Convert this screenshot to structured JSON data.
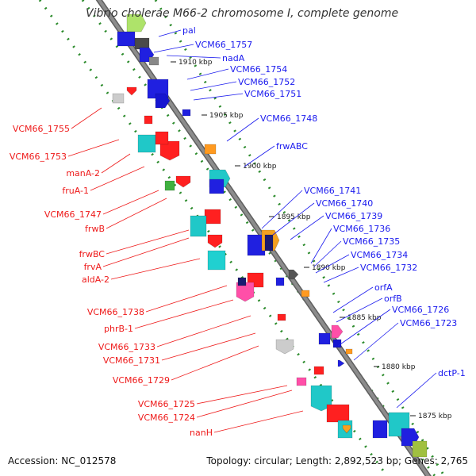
{
  "title": "Vibrio cholerae M66-2 chromosome I, complete genome",
  "footer": {
    "accession": "Accession: NC_012578",
    "topology": "Topology: circular; Length: 2,892,523 bp; Genes: 2,765"
  },
  "colors": {
    "backbone": "#8c8c8c",
    "forward_label": "#1a1aee",
    "reverse_label": "#ee1a1a",
    "tick_dots": "#2a8a2a"
  },
  "scale_ticks": [
    {
      "label": "1910 kbp"
    },
    {
      "label": "1905 kbp"
    },
    {
      "label": "1900 kbp"
    },
    {
      "label": "1895 kbp"
    },
    {
      "label": "1890 kbp"
    },
    {
      "label": "1885 kbp"
    },
    {
      "label": "1880 kbp"
    },
    {
      "label": "1875 kbp"
    }
  ],
  "forward_genes": [
    {
      "label": "pal"
    },
    {
      "label": "VCM66_1757"
    },
    {
      "label": "nadA"
    },
    {
      "label": "VCM66_1754"
    },
    {
      "label": "VCM66_1752"
    },
    {
      "label": "VCM66_1751"
    },
    {
      "label": "VCM66_1748"
    },
    {
      "label": "frwABC"
    },
    {
      "label": "VCM66_1741"
    },
    {
      "label": "VCM66_1740"
    },
    {
      "label": "VCM66_1739"
    },
    {
      "label": "VCM66_1736"
    },
    {
      "label": "VCM66_1735"
    },
    {
      "label": "VCM66_1734"
    },
    {
      "label": "VCM66_1732"
    },
    {
      "label": "orfA"
    },
    {
      "label": "orfB"
    },
    {
      "label": "VCM66_1726"
    },
    {
      "label": "VCM66_1723"
    },
    {
      "label": "dctP-1"
    }
  ],
  "reverse_genes": [
    {
      "label": "VCM66_1755"
    },
    {
      "label": "VCM66_1753"
    },
    {
      "label": "manA-2"
    },
    {
      "label": "fruA-1"
    },
    {
      "label": "VCM66_1747"
    },
    {
      "label": "frwB"
    },
    {
      "label": "frwBC"
    },
    {
      "label": "frvA"
    },
    {
      "label": "aldA-2"
    },
    {
      "label": "VCM66_1738"
    },
    {
      "label": "phrB-1"
    },
    {
      "label": "VCM66_1733"
    },
    {
      "label": "VCM66_1731"
    },
    {
      "label": "VCM66_1729"
    },
    {
      "label": "VCM66_1725"
    },
    {
      "label": "VCM66_1724"
    },
    {
      "label": "nanH"
    }
  ]
}
